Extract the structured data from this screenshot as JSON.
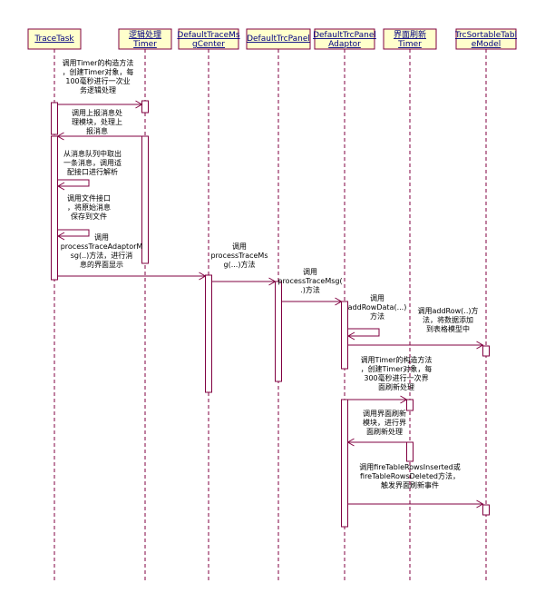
{
  "lifelines": [
    {
      "id": "tracetask",
      "label": [
        "TraceTask"
      ]
    },
    {
      "id": "logic_timer",
      "label": [
        "逻辑处理",
        "Timer"
      ]
    },
    {
      "id": "msgcenter",
      "label": [
        "DefaultTraceMs",
        "gCenter"
      ]
    },
    {
      "id": "trcpanel",
      "label": [
        "DefaultTrcPanel"
      ]
    },
    {
      "id": "panel_adaptor",
      "label": [
        "DefaultTrcPanel",
        "Adaptor"
      ]
    },
    {
      "id": "refresh_timer",
      "label": [
        "界面刷新",
        "Timer"
      ]
    },
    {
      "id": "table_model",
      "label": [
        "TrcSortableTabl",
        "eModel"
      ]
    }
  ],
  "messages": [
    {
      "id": "m1",
      "lines": [
        "调用Timer的构造方法",
        "，创建Timer对象，每",
        "100毫秒进行一次业",
        "务逻辑处理"
      ]
    },
    {
      "id": "m2",
      "lines": [
        "调用上报消息处",
        "理模块，处理上",
        "报消息"
      ]
    },
    {
      "id": "m3",
      "lines": [
        "从消息队列中取出",
        "一条消息，调用适",
        "配接口进行解析"
      ]
    },
    {
      "id": "m4",
      "lines": [
        "调用文件接口",
        "，将原始消息",
        "保存到文件"
      ]
    },
    {
      "id": "m5",
      "lines": [
        "调用",
        "processTraceAdaptorM",
        "sg(..)方法，进行消",
        "息的界面显示"
      ]
    },
    {
      "id": "m6",
      "lines": [
        "调用",
        "processTraceMs",
        "g(...)方法"
      ]
    },
    {
      "id": "m7",
      "lines": [
        "调用",
        "processTraceMsg(",
        ".)方法"
      ]
    },
    {
      "id": "m8",
      "lines": [
        "调用",
        "addRowData(...)",
        "方法"
      ]
    },
    {
      "id": "m9",
      "lines": [
        "调用addRow(..)方",
        "法，将数据添加",
        "到表格模型中"
      ]
    },
    {
      "id": "m10",
      "lines": [
        "调用Timer的构造方法",
        "，创建Timer对象，每",
        "300毫秒进行一次界",
        "面刷新处理"
      ]
    },
    {
      "id": "m11",
      "lines": [
        "调用界面刷新",
        "模块，进行界",
        "面刷新处理"
      ]
    },
    {
      "id": "m12",
      "lines": [
        "调用fireTableRowsInserted或",
        "fireTableRowsDeleted方法，",
        "触发界面刷新事件"
      ]
    }
  ]
}
